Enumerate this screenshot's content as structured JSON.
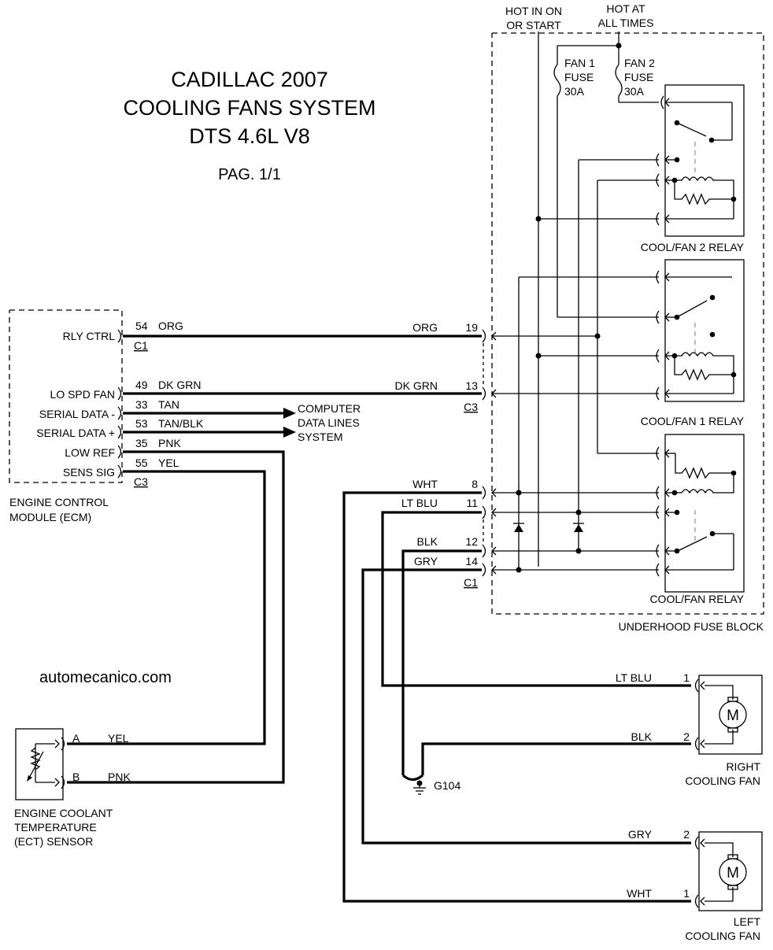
{
  "title": {
    "line1": "CADILLAC 2007",
    "line2": "COOLING FANS SYSTEM",
    "line3": "DTS 4.6L V8",
    "page": "PAG. 1/1"
  },
  "watermark": "automecanico.com",
  "power": {
    "hot_in_on_l1": "HOT IN ON",
    "hot_in_on_l2": "OR START",
    "hot_at_l1": "HOT AT",
    "hot_at_l2": "ALL TIMES",
    "fan1_fuse": [
      "FAN 1",
      "FUSE",
      "30A"
    ],
    "fan2_fuse": [
      "FAN 2",
      "FUSE",
      "30A"
    ]
  },
  "relays": {
    "fan2": "COOL/FAN 2 RELAY",
    "fan1": "COOL/FAN 1 RELAY",
    "fan": "COOL/FAN RELAY"
  },
  "fuse_block": {
    "name": "UNDERHOOD FUSE BLOCK",
    "pins": [
      {
        "pin": "19",
        "wire": "ORG"
      },
      {
        "pin": "13",
        "wire": "DK GRN"
      },
      {
        "pin": "8",
        "wire": "WHT"
      },
      {
        "pin": "11",
        "wire": "LT BLU"
      },
      {
        "pin": "12",
        "wire": "BLK"
      },
      {
        "pin": "14",
        "wire": "GRY"
      }
    ],
    "conn_c3": "C3",
    "conn_c1": "C1"
  },
  "ecm": {
    "name_l1": "ENGINE CONTROL",
    "name_l2": "MODULE (ECM)",
    "terminals": [
      {
        "label": "RLY CTRL",
        "pin": "54",
        "wire": "ORG"
      },
      {
        "label": "LO SPD FAN",
        "pin": "49",
        "wire": "DK GRN"
      },
      {
        "label": "SERIAL DATA -",
        "pin": "33",
        "wire": "TAN"
      },
      {
        "label": "SERIAL DATA +",
        "pin": "53",
        "wire": "TAN/BLK"
      },
      {
        "label": "LOW REF",
        "pin": "35",
        "wire": "PNK"
      },
      {
        "label": "SENS SIG",
        "pin": "55",
        "wire": "YEL"
      }
    ],
    "conn_c1": "C1",
    "conn_c3": "C3"
  },
  "data_lines": [
    "COMPUTER",
    "DATA LINES",
    "SYSTEM"
  ],
  "ect": {
    "name": [
      "ENGINE COOLANT",
      "TEMPERATURE",
      "(ECT) SENSOR"
    ],
    "pin_a": "A",
    "wire_a": "YEL",
    "pin_b": "B",
    "wire_b": "PNK"
  },
  "ground": "G104",
  "right_fan": {
    "name": [
      "RIGHT",
      "COOLING FAN"
    ],
    "pin1": "1",
    "wire1": "LT BLU",
    "pin2": "2",
    "wire2": "BLK",
    "motor": "M"
  },
  "left_fan": {
    "name": [
      "LEFT",
      "COOLING FAN"
    ],
    "pin2": "2",
    "wire2": "GRY",
    "pin1": "1",
    "wire1": "WHT",
    "motor": "M"
  }
}
